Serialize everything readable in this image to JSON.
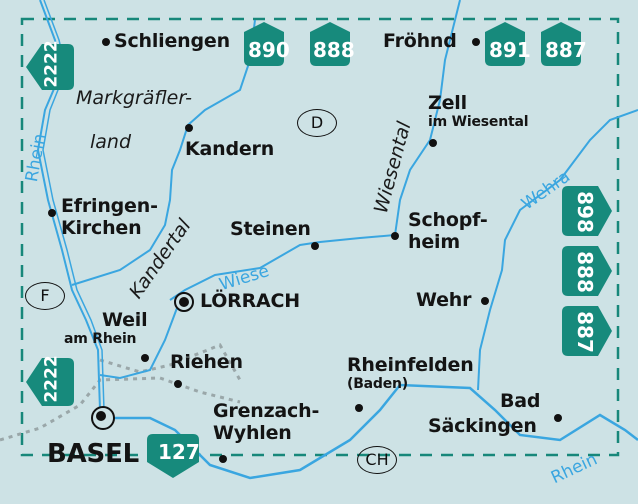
{
  "map": {
    "colors": {
      "background": "#cde2e5",
      "water": "#3aa6e0",
      "frame_dash": "#17877a",
      "shield": "#178a7c",
      "text": "#141414"
    },
    "map_sheet_shields": {
      "top": [
        "890",
        "888",
        "891",
        "887"
      ],
      "right": [
        "898",
        "888",
        "887"
      ],
      "left": [
        "2222",
        "2222"
      ],
      "bottom": [
        "127"
      ]
    },
    "places": {
      "schliengen": "Schliengen",
      "frohnd": "Fröhnd",
      "kandern": "Kandern",
      "zell": "Zell",
      "zell_sub": "im Wiesental",
      "efringen_1": "Efringen-",
      "efringen_2": "Kirchen",
      "steinen": "Steinen",
      "schopfheim_1": "Schopf-",
      "schopfheim_2": "heim",
      "lorrach": "LÖRRACH",
      "wehr": "Wehr",
      "weil": "Weil",
      "weil_sub": "am Rhein",
      "riehen": "Riehen",
      "rheinfelden": "Rheinfelden",
      "rheinfelden_sub": "(Baden)",
      "bad_1": "Bad",
      "bad_2": "Säckingen",
      "grenzach_1": "Grenzach-",
      "grenzach_2": "Wyhlen",
      "basel": "BASEL"
    },
    "regions": {
      "markgraefler_1": "Markgräfler-",
      "markgraefler_2": "land",
      "kandertal": "Kandertal",
      "wiesental": "Wiesental"
    },
    "rivers": {
      "rhein_west": "Rhein",
      "rhein_east": "Rhein",
      "wiese": "Wiese",
      "wehra": "Wehra"
    },
    "countries": {
      "germany": "D",
      "france": "F",
      "switzerland": "CH"
    }
  }
}
